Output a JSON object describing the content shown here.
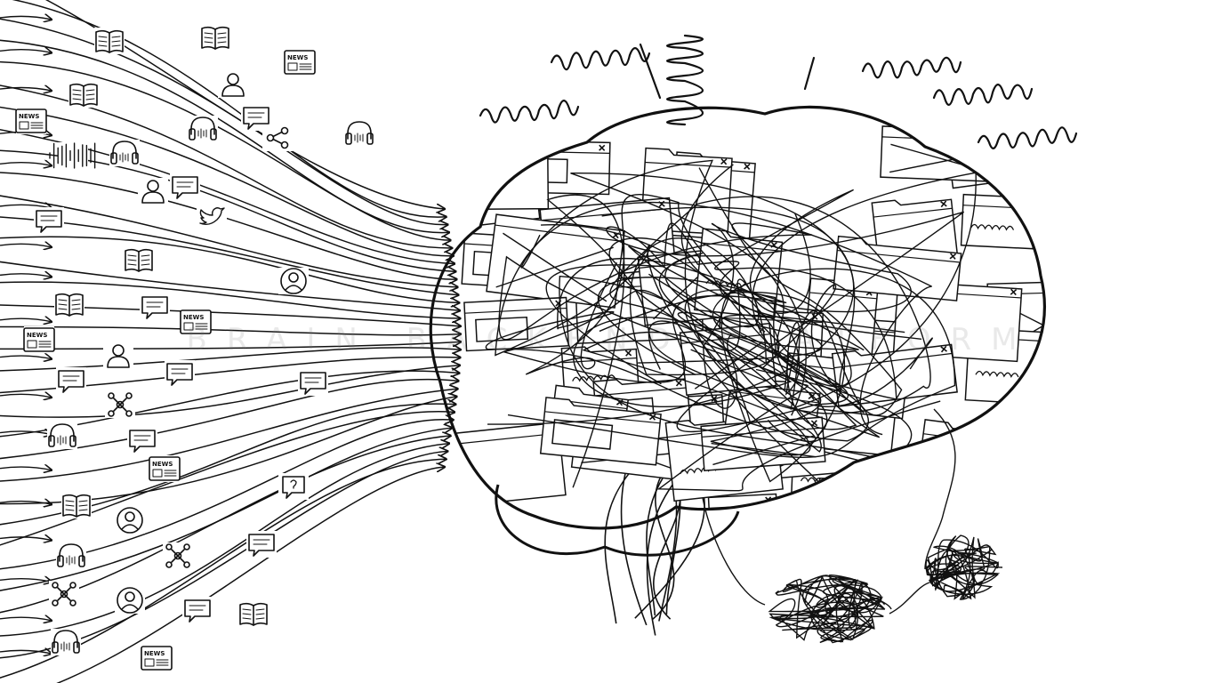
{
  "watermark": "BRAIN BACKEND PLATFORM",
  "icon_label": "NEWS",
  "ink_color": "#111111",
  "background_color": "#ffffff",
  "icons": [
    {
      "type": "book"
    },
    {
      "type": "book"
    },
    {
      "type": "news"
    },
    {
      "type": "person"
    },
    {
      "type": "book"
    },
    {
      "type": "news"
    },
    {
      "type": "chat"
    },
    {
      "type": "headphones"
    },
    {
      "type": "share"
    },
    {
      "type": "headphones"
    },
    {
      "type": "waveform"
    },
    {
      "type": "headphones"
    },
    {
      "type": "person"
    },
    {
      "type": "chat"
    },
    {
      "type": "twitter-bird"
    },
    {
      "type": "chat"
    },
    {
      "type": "book"
    },
    {
      "type": "user-circle"
    },
    {
      "type": "book"
    },
    {
      "type": "chat"
    },
    {
      "type": "news"
    },
    {
      "type": "news"
    },
    {
      "type": "person"
    },
    {
      "type": "chat"
    },
    {
      "type": "chat"
    },
    {
      "type": "chat"
    },
    {
      "type": "network"
    },
    {
      "type": "headphones"
    },
    {
      "type": "chat"
    },
    {
      "type": "news"
    },
    {
      "type": "question-bubble"
    },
    {
      "type": "book"
    },
    {
      "type": "user-circle"
    },
    {
      "type": "headphones"
    },
    {
      "type": "network"
    },
    {
      "type": "chat"
    },
    {
      "type": "network"
    },
    {
      "type": "user-circle"
    },
    {
      "type": "chat"
    },
    {
      "type": "book"
    },
    {
      "type": "headphones"
    },
    {
      "type": "news"
    }
  ],
  "scene": {
    "stream_lines": 34,
    "window_count": 46,
    "scribbles": [
      "top-scribbles",
      "tangle-left",
      "tangle-right"
    ]
  }
}
